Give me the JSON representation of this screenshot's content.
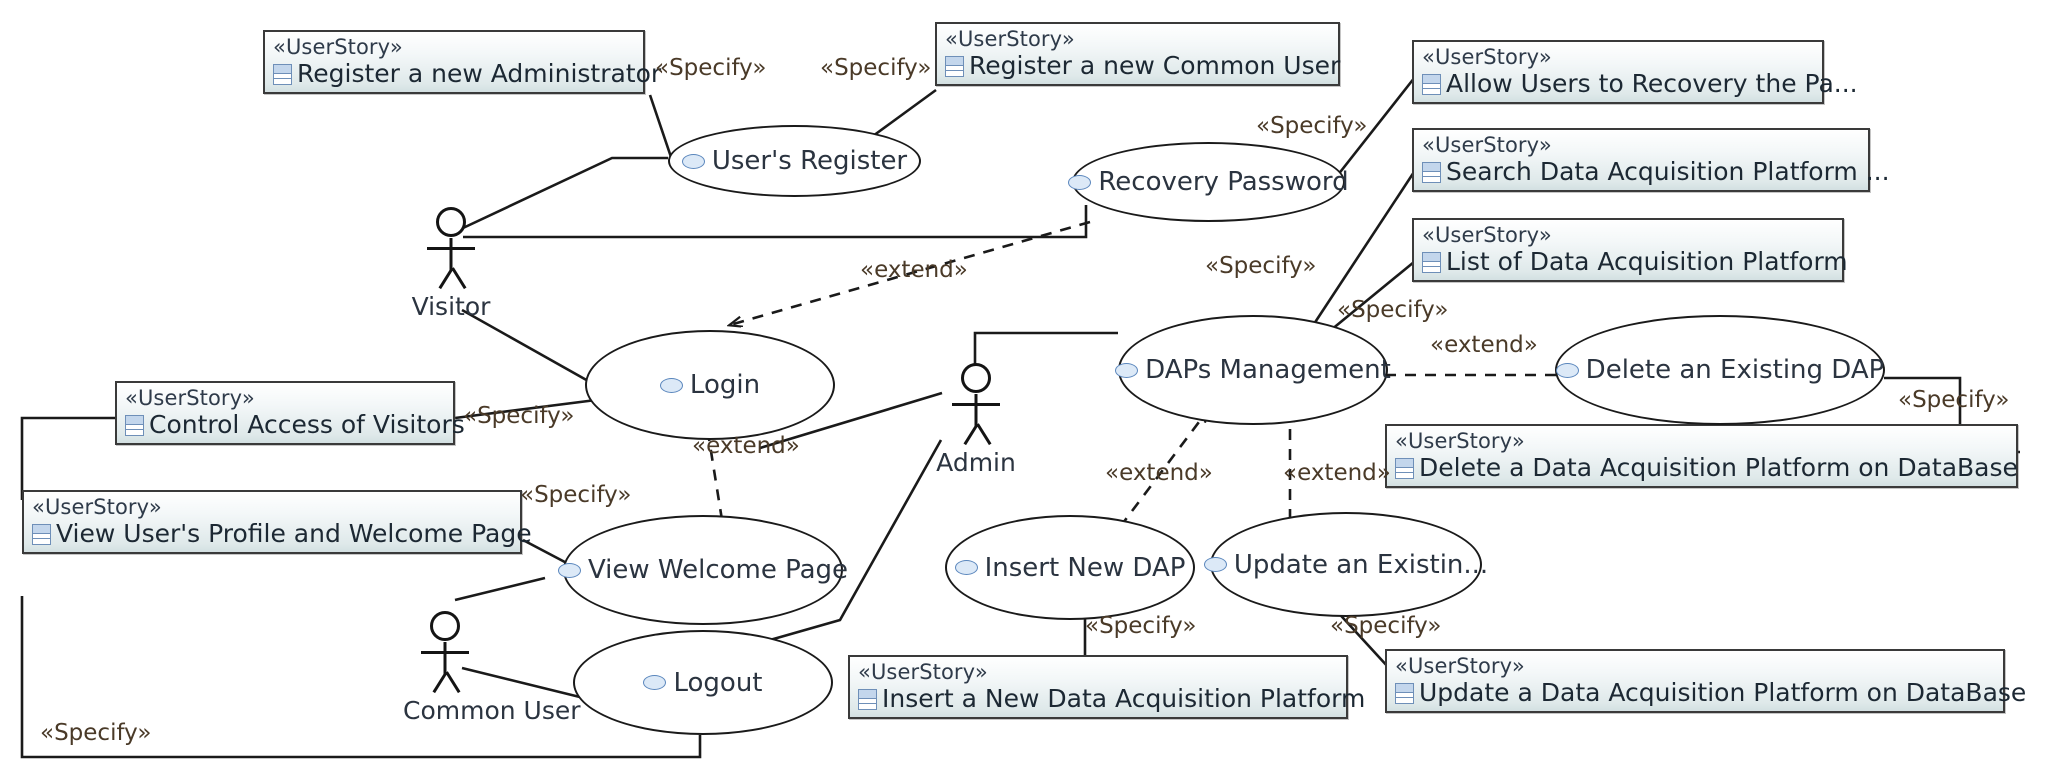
{
  "diagram": {
    "kind": "uml-use-case-diagram",
    "stereotype_label": "«UserStory»",
    "relations": {
      "specify": "«Specify»",
      "extend": "«extend»"
    }
  },
  "actors": [
    {
      "id": "visitor",
      "name": "Visitor"
    },
    {
      "id": "admin",
      "name": "Admin"
    },
    {
      "id": "common-user",
      "name": "Common User"
    }
  ],
  "use_cases": [
    {
      "id": "users-register",
      "label": "User's Register"
    },
    {
      "id": "recovery-password",
      "label": "Recovery Password"
    },
    {
      "id": "daps-management",
      "label": "DAPs Management"
    },
    {
      "id": "delete-existing-dap",
      "label": "Delete an Existing DAP"
    },
    {
      "id": "login",
      "label": "Login"
    },
    {
      "id": "view-welcome-page",
      "label": "View Welcome Page"
    },
    {
      "id": "logout",
      "label": "Logout"
    },
    {
      "id": "insert-new-dap",
      "label": "Insert New DAP"
    },
    {
      "id": "update-existing",
      "label": "Update an Existin..."
    }
  ],
  "user_stories": [
    {
      "id": "register-admin",
      "stereotype": "«UserStory»",
      "name": "Register a new Administrator"
    },
    {
      "id": "register-common-user",
      "stereotype": "«UserStory»",
      "name": "Register a new Common User"
    },
    {
      "id": "allow-recovery-pwd",
      "stereotype": "«UserStory»",
      "name": "Allow Users to Recovery the Pa..."
    },
    {
      "id": "search-dap",
      "stereotype": "«UserStory»",
      "name": "Search Data Acquisition Platform ..."
    },
    {
      "id": "list-dap",
      "stereotype": "«UserStory»",
      "name": "List of Data Acquisition Platform"
    },
    {
      "id": "delete-dap-db",
      "stereotype": "«UserStory»",
      "name": "Delete a Data Acquisition Platform on DataBase"
    },
    {
      "id": "control-access",
      "stereotype": "«UserStory»",
      "name": "Control Access of Visitors"
    },
    {
      "id": "view-profile",
      "stereotype": "«UserStory»",
      "name": "View User's Profile and Welcome Page"
    },
    {
      "id": "insert-dap",
      "stereotype": "«UserStory»",
      "name": "Insert a New Data Acquisition Platform"
    },
    {
      "id": "update-dap-db",
      "stereotype": "«UserStory»",
      "name": "Update a Data Acquisition Platform on DataBase"
    }
  ],
  "edge_labels": [
    {
      "id": "specify-register-admin",
      "text": "«Specify»"
    },
    {
      "id": "specify-register-common",
      "text": "«Specify»"
    },
    {
      "id": "specify-allow-recovery",
      "text": "«Specify»"
    },
    {
      "id": "specify-search-dap",
      "text": "«Specify»"
    },
    {
      "id": "specify-list-dap",
      "text": "«Specify»"
    },
    {
      "id": "extend-recovery-login",
      "text": "«extend»"
    },
    {
      "id": "extend-delete-dap",
      "text": "«extend»"
    },
    {
      "id": "specify-delete-dap-db",
      "text": "«Specify»"
    },
    {
      "id": "specify-control-access",
      "text": "«Specify»"
    },
    {
      "id": "extend-welcome-login",
      "text": "«extend»"
    },
    {
      "id": "specify-view-profile",
      "text": "«Specify»"
    },
    {
      "id": "extend-insert-dap",
      "text": "«extend»"
    },
    {
      "id": "extend-update-dap",
      "text": "«extend»"
    },
    {
      "id": "specify-insert-dap",
      "text": "«Specify»"
    },
    {
      "id": "specify-update-dap",
      "text": "«Specify»"
    },
    {
      "id": "specify-logout",
      "text": "«Specify»"
    }
  ],
  "colors": {
    "line": "#1a1a1a",
    "note_fill_top": "#ffffff",
    "note_fill_bottom": "#d3e0e2",
    "note_border": "#3a3a3a",
    "label_text": "#4a3a28",
    "icon_blue": "#6e8fb8"
  }
}
